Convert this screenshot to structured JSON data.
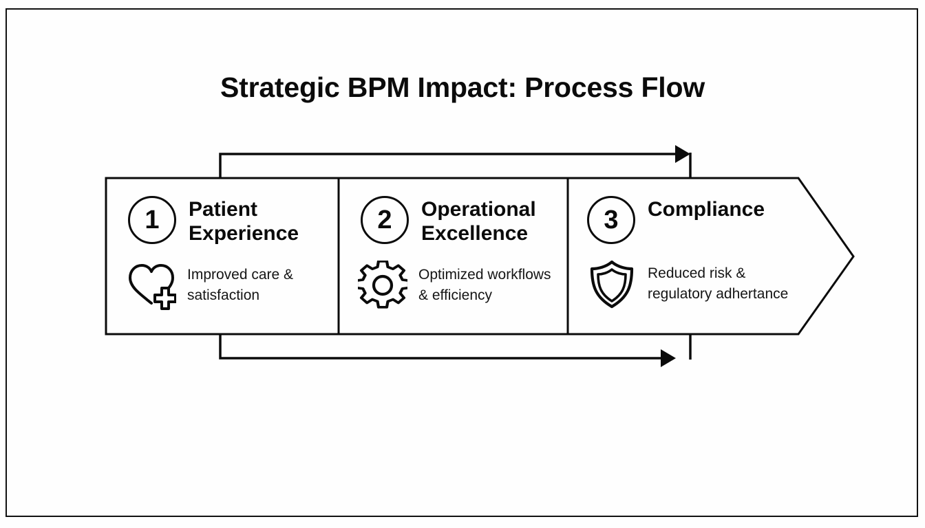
{
  "slide": {
    "title": "Strategic BPM Impact: Process Flow",
    "background_color": "#fefefe",
    "line_color": "#0b0b0b",
    "frame_color": "#111111"
  },
  "flow": {
    "shape": "chevron-arrow",
    "top_connector": {
      "name": "feedback-arrow-top",
      "direction": "right",
      "arrowhead": "right"
    },
    "bottom_connector": {
      "name": "feedback-arrow-bottom",
      "direction": "right",
      "arrowhead": "right"
    },
    "steps": [
      {
        "number": "1",
        "heading": "Patient\nExperience",
        "description": "Improved care &\nsatisfaction",
        "icon": "heart-plus-icon"
      },
      {
        "number": "2",
        "heading": "Operational\nExcellence",
        "description": "Optimized workflows\n& efficiency",
        "icon": "gear-icon"
      },
      {
        "number": "3",
        "heading": "Compliance",
        "description": "Reduced risk &\nregulatory adhertance",
        "icon": "shield-icon"
      }
    ]
  }
}
